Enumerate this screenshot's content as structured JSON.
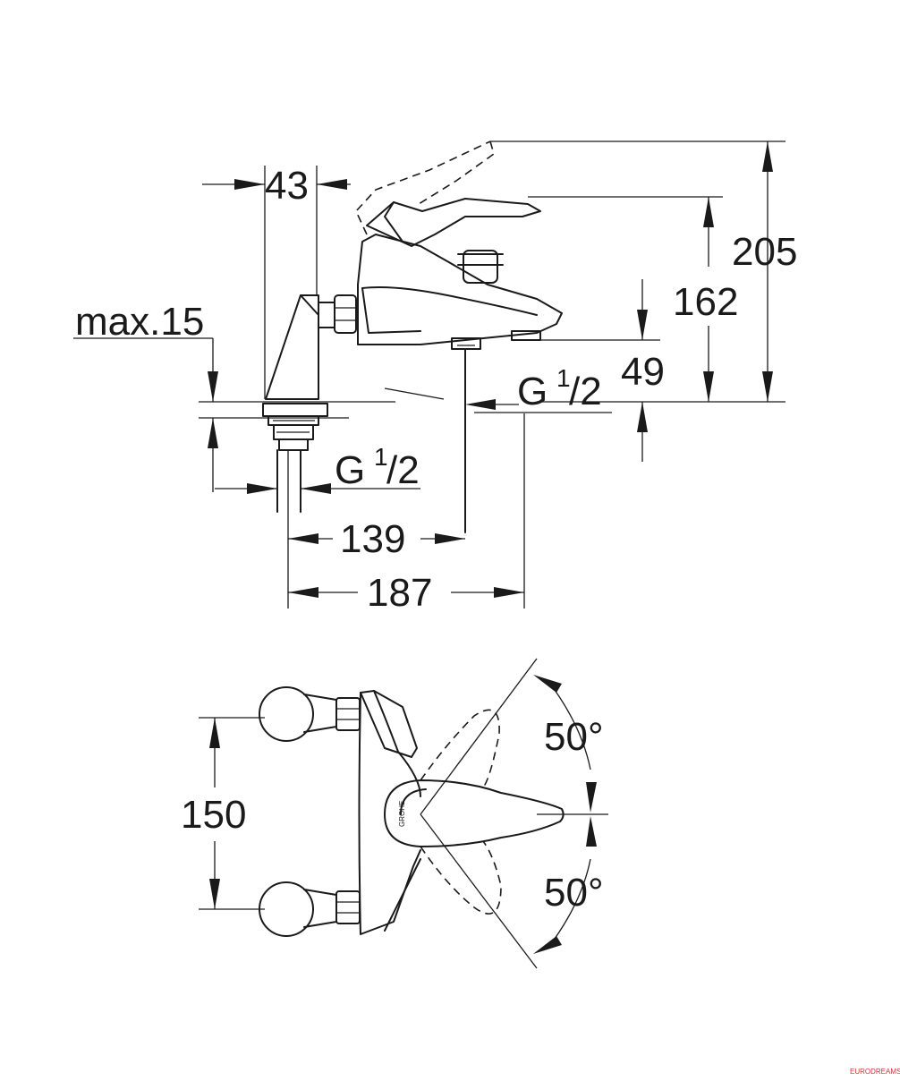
{
  "side_view": {
    "dim_43": "43",
    "dim_max15": "max.15",
    "dim_205": "205",
    "dim_162": "162",
    "dim_49": "49",
    "thread_outlet": {
      "g": "G",
      "num": "1",
      "den": "/2"
    },
    "thread_inlet": {
      "g": "G",
      "num": "1",
      "den": "/2"
    },
    "dim_139": "139",
    "dim_187": "187"
  },
  "top_view": {
    "dim_150": "150",
    "angle_upper": "50°",
    "angle_lower": "50°",
    "brand_mark": "GROHE"
  },
  "watermark": "EURODREAMS"
}
